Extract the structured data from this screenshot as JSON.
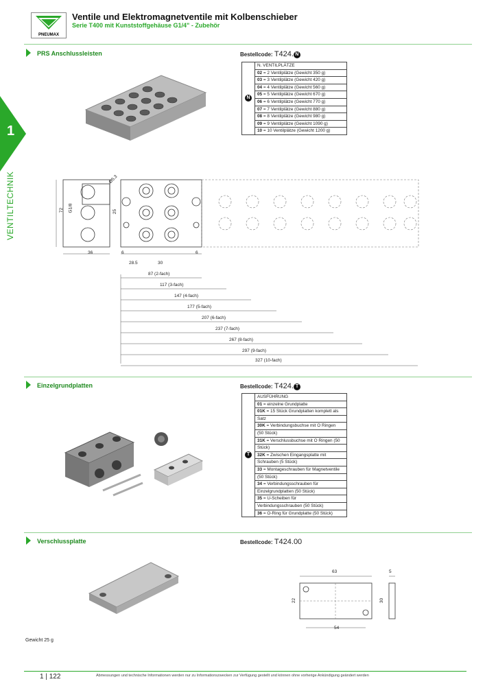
{
  "header": {
    "title": "Ventile und Elektromagnetventile mit Kolbenschieber",
    "subtitle": "Serie T400 mit Kunststoffgehäuse G1/4\" - Zubehör",
    "logo_text": "PNEUMAX"
  },
  "side_tab": {
    "chapter": "1",
    "label": "VENTILTECHNIK"
  },
  "sections": {
    "prs": {
      "heading": "PRS Anschlussleisten",
      "order_label": "Bestellcode:",
      "order_code": "T424.",
      "badge": "N",
      "table_header": "N. VENTILPLÄTZE",
      "rows": [
        {
          "code": "02",
          "text": " = 2 Ventilplätze (Gewicht 350 g)"
        },
        {
          "code": "03",
          "text": " = 3 Ventilplätze (Gewicht 420 g)"
        },
        {
          "code": "04",
          "text": " = 4 Ventilplätze (Gewicht 560 g)"
        },
        {
          "code": "05",
          "text": " = 5 Ventilplätze (Gewicht 670 g)"
        },
        {
          "code": "06",
          "text": " = 6 Ventilplätze (Gewicht 770 g)"
        },
        {
          "code": "07",
          "text": " = 7 Ventilplätze (Gewicht 880 g)"
        },
        {
          "code": "08",
          "text": " = 8 Ventilplätze (Gewicht 980 g)"
        },
        {
          "code": "09",
          "text": " = 9 Ventilplätze (Gewicht 1090 g)"
        },
        {
          "code": "10",
          "text": " = 10 Ventilplätze (Gewicht 1200 g)"
        }
      ],
      "dims": {
        "height": "72",
        "g18": "G1/8",
        "d25": "25",
        "w36": "36",
        "s6a": "6",
        "s6b": "6",
        "s285": "28.5",
        "s30": "30",
        "phi": "Ø5.3",
        "lengths": [
          "87 (2-fach)",
          "117 (3-fach)",
          "147 (4-fach)",
          "177 (5-fach)",
          "207 (6-fach)",
          "237 (7-fach)",
          "267 (8-fach)",
          "297 (9-fach)",
          "327 (10-fach)"
        ]
      }
    },
    "einzel": {
      "heading": "Einzelgrundplatten",
      "order_label": "Bestellcode:",
      "order_code": "T424.",
      "badge": "T",
      "table_header": "AUSFÜHRUNG",
      "rows": [
        {
          "code": "01",
          "text": " = einzelne Grundplatte"
        },
        {
          "code": "01K",
          "text": " = 15 Stück Grundplatten komplett als"
        },
        {
          "code": "",
          "text": "Satz"
        },
        {
          "code": "30K",
          "text": " = Verbindungsbuchse mit O Ringen"
        },
        {
          "code": "",
          "text": "(50 Stück)"
        },
        {
          "code": "31K",
          "text": " = Verschlussbuchse mit O Ringen (50"
        },
        {
          "code": "",
          "text": "Stück)"
        },
        {
          "code": "32K",
          "text": " = Zwischen Eingangsplatte mit"
        },
        {
          "code": "",
          "text": "Schrauben (5 Stück)"
        },
        {
          "code": "33",
          "text": " = Montageschrauben für Magnetventile"
        },
        {
          "code": "",
          "text": "(50 Stück)"
        },
        {
          "code": "34",
          "text": " = Verbindungsschrauben für"
        },
        {
          "code": "",
          "text": "Einzelgrundplatten (50 Stück)"
        },
        {
          "code": "35",
          "text": " = U-Scheiben für"
        },
        {
          "code": "",
          "text": "Verbindungsschrauben (50 Stück)"
        },
        {
          "code": "36",
          "text": " = O-Ring für Grundplatte (50 Stück)"
        }
      ]
    },
    "verschluss": {
      "heading": "Verschlussplatte",
      "order_label": "Bestellcode:",
      "order_code": "T424.00",
      "weight": "Gewicht 25 g",
      "dims": {
        "w63": "63",
        "t5": "5",
        "h22": "22",
        "h30": "30",
        "w54": "54"
      }
    }
  },
  "footer": {
    "page_chapter": "1",
    "page_number": "122",
    "disclaimer": "Abmessungen und technische Informationen werden nur zu Informationszwecken zur Verfügung gestellt und können ohne vorherige Ankündigung geändert werden"
  },
  "colors": {
    "accent": "#2aa82a",
    "accent_light": "#8fd08f"
  }
}
